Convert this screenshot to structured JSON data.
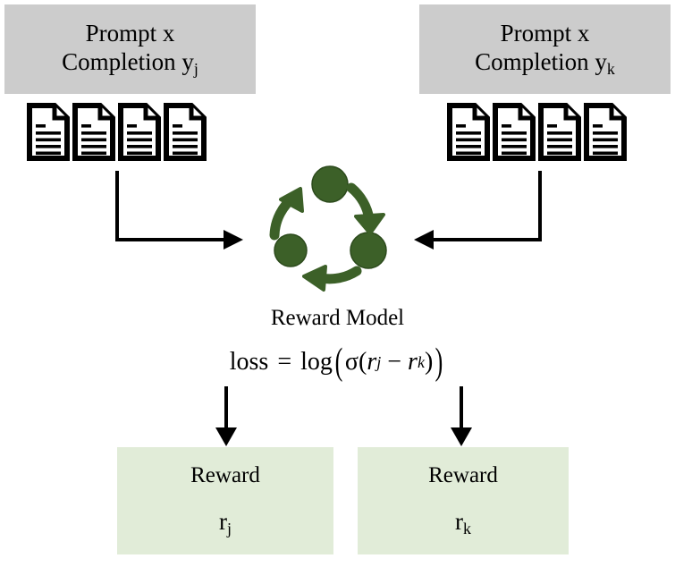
{
  "figure": {
    "type": "diagram",
    "title": "Reward model pairwise comparison training diagram",
    "colors": {
      "prompt_box_fill": "#cccccc",
      "reward_box_fill": "#e1ecd8",
      "cycle_green": "#3c6028",
      "arrow_black": "#000000",
      "background": "#ffffff"
    }
  },
  "left_branch": {
    "prompt_box": {
      "line1": "Prompt x",
      "line2_text": "Completion y",
      "line2_sub": "j"
    },
    "documents": {
      "count": 4,
      "icon": "document-icon"
    },
    "connector": "elbow-arrow-right"
  },
  "right_branch": {
    "prompt_box": {
      "line1": "Prompt x",
      "line2_text": "Completion y",
      "line2_sub": "k"
    },
    "documents": {
      "count": 4,
      "icon": "document-icon"
    },
    "connector": "elbow-arrow-left"
  },
  "center": {
    "icon": "cycle-arrows-icon",
    "title": "Reward Model",
    "formula": {
      "lhs": "loss",
      "equals": "=",
      "fn": "log",
      "sigma": "σ",
      "r": "r",
      "sub_j": "j",
      "minus": "−",
      "sub_k": "k",
      "plain": "loss = log(σ(r_j − r_k))"
    }
  },
  "outputs": [
    {
      "label": "Reward",
      "var": "r",
      "sub": "j",
      "connector": "down-arrow"
    },
    {
      "label": "Reward",
      "var": "r",
      "sub": "k",
      "connector": "down-arrow"
    }
  ]
}
